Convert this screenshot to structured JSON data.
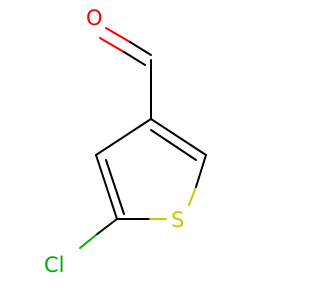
{
  "molecule": {
    "atoms": [
      {
        "id": "O1",
        "label": "O",
        "color": "#ff0000"
      },
      {
        "id": "S1",
        "label": "S",
        "color": "#c8c800"
      },
      {
        "id": "Cl1",
        "label": "Cl",
        "color": "#00b000"
      }
    ]
  },
  "colors": {
    "bond": "#000000",
    "oxygen": "#ff0000",
    "sulfur": "#c8c800",
    "chlorine": "#00b000",
    "background": "#ffffff"
  }
}
